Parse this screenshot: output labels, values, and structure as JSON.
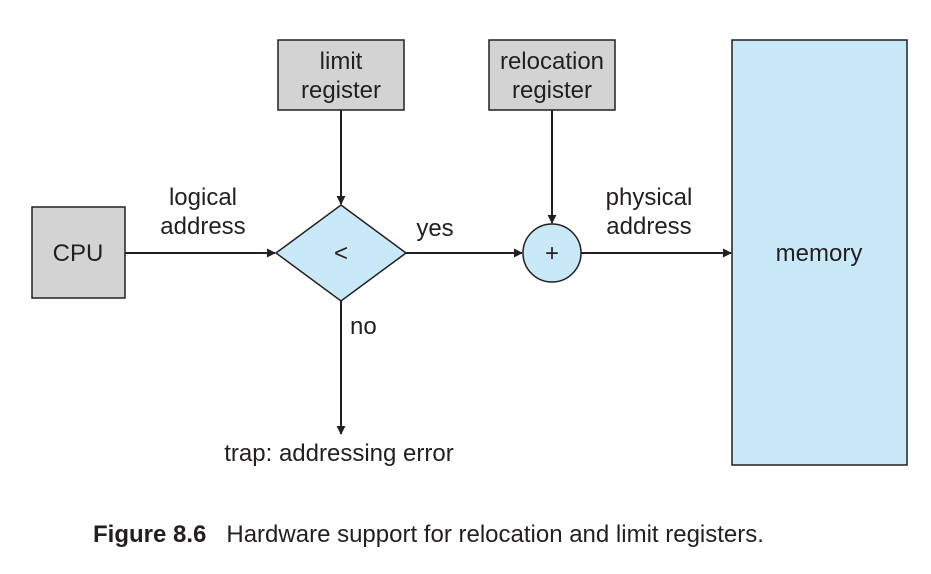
{
  "colors": {
    "gray_box": "#d4d3d3",
    "light_blue": "#c9e9f9",
    "stroke": "#231f20"
  },
  "diagram": {
    "cpu_label": "CPU",
    "limit_register": [
      "limit",
      "register"
    ],
    "relocation_register": [
      "relocation",
      "register"
    ],
    "compare_symbol": "<",
    "adder_symbol": "+",
    "memory_label": "memory",
    "logical_address": [
      "logical",
      "address"
    ],
    "physical_address": [
      "physical",
      "address"
    ],
    "yes_label": "yes",
    "no_label": "no",
    "trap_label": "trap: addressing error"
  },
  "caption": {
    "figure_number": "Figure 8.6",
    "text": "Hardware support for relocation and limit registers."
  }
}
